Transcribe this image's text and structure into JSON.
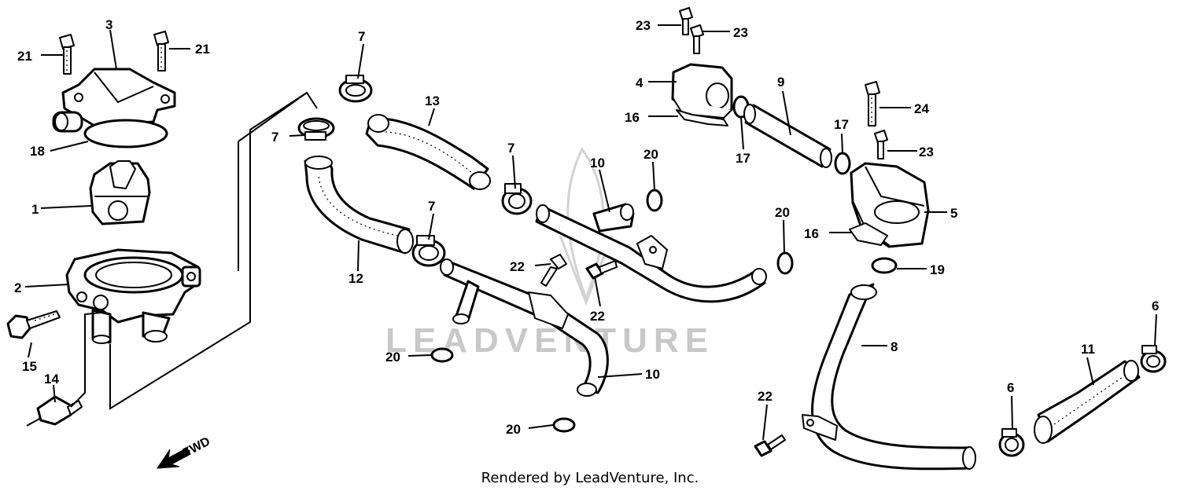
{
  "diagram": {
    "footer": "Rendered by LeadVenture, Inc.",
    "watermark": "LEADVENTURE",
    "watermark_color": "#c8c8c8",
    "direction_label": "FWD",
    "callouts": {
      "c3": "3",
      "c21a": "21",
      "c21b": "21",
      "c18": "18",
      "c1": "1",
      "c2": "2",
      "c15": "15",
      "c14": "14",
      "c7a": "7",
      "c7b": "7",
      "c7c": "7",
      "c7d": "7",
      "c13": "13",
      "c12": "12",
      "c10a": "10",
      "c10b": "10",
      "c20a": "20",
      "c20b": "20",
      "c20c": "20",
      "c20d": "20",
      "c22a": "22",
      "c22b": "22",
      "c22c": "22",
      "c23a": "23",
      "c23b": "23",
      "c23c": "23",
      "c4": "4",
      "c16a": "16",
      "c16b": "16",
      "c9": "9",
      "c17a": "17",
      "c17b": "17",
      "c24": "24",
      "c5": "5",
      "c19": "19",
      "c8": "8",
      "c11": "11",
      "c6a": "6",
      "c6b": "6"
    }
  }
}
